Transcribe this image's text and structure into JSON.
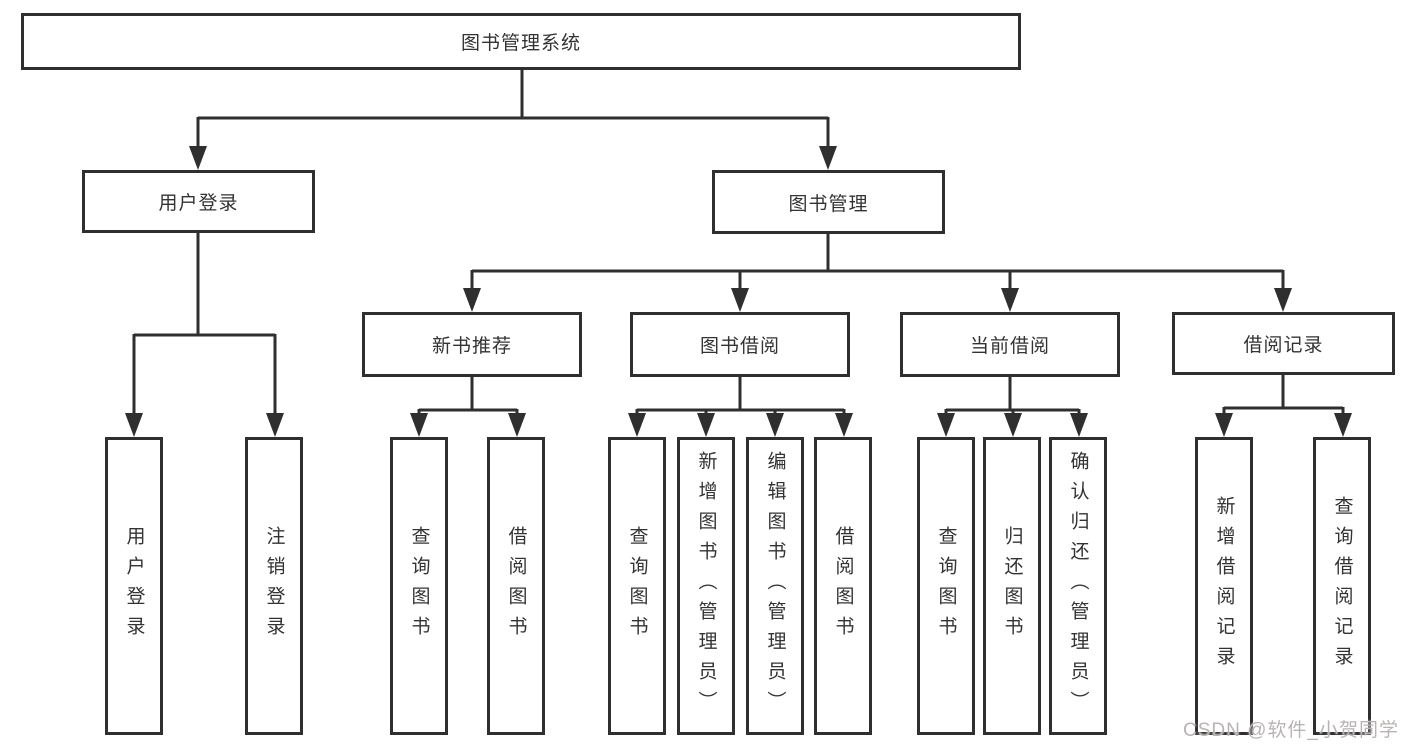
{
  "diagram": {
    "root": {
      "label": "图书管理系统"
    },
    "level2": [
      {
        "label": "用户登录",
        "children": [
          {
            "label": "用户登录"
          },
          {
            "label": "注销登录"
          }
        ]
      },
      {
        "label": "图书管理",
        "children": [
          {
            "label": "新书推荐",
            "children": [
              {
                "label": "查询图书"
              },
              {
                "label": "借阅图书"
              }
            ]
          },
          {
            "label": "图书借阅",
            "children": [
              {
                "label": "查询图书"
              },
              {
                "label": "新增图书（管理员）"
              },
              {
                "label": "编辑图书（管理员）"
              },
              {
                "label": "借阅图书"
              }
            ]
          },
          {
            "label": "当前借阅",
            "children": [
              {
                "label": "查询图书"
              },
              {
                "label": "归还图书"
              },
              {
                "label": "确认归还（管理员）"
              }
            ]
          },
          {
            "label": "借阅记录",
            "children": [
              {
                "label": "新增借阅记录"
              },
              {
                "label": "查询借阅记录"
              }
            ]
          }
        ]
      }
    ]
  },
  "watermark": {
    "text": "CSDN @软件_小贺同学"
  },
  "colors": {
    "line": "#2f2f2f",
    "text": "#333333",
    "box_background": "#ffffff",
    "watermark": "#b9b3b3",
    "page_background": "#ffffff"
  }
}
